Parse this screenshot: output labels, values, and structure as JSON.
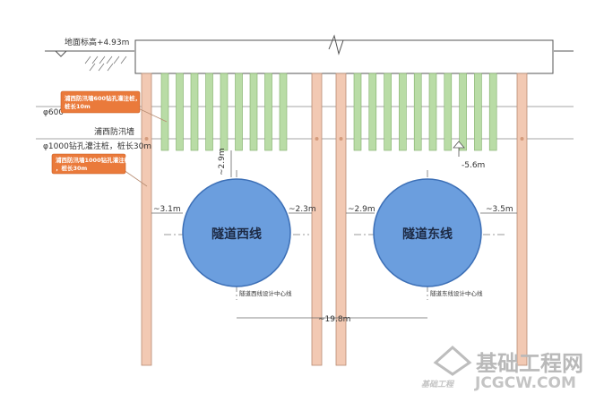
{
  "labels": {
    "ground_level": "地面标高+4.93m",
    "wall_name": "浦西防汛墙",
    "pile_1000_spec": "φ1000钻孔灌注桩，桩长30m",
    "pile_600_spec": "φ600",
    "depth_56": "-5.6m",
    "depth_29": "~2.9m",
    "dist_west_left": "~3.1m",
    "dist_west_right": "~2.3m",
    "dist_east_left": "~2.9m",
    "dist_east_right": "~3.5m",
    "dist_between": "~19.8m",
    "west_centerline": "隧道西线设计中心线",
    "east_centerline": "隧道东线设计中心线"
  },
  "callouts": {
    "pile600": "浦西防汛墙600钻孔灌注桩，桩长10m",
    "pile1000": "浦西防汛墙1000钻孔灌注桩，桩长30m"
  },
  "tunnels": {
    "west": "隧道西线",
    "east": "隧道东线"
  },
  "watermark": {
    "cn": "基础工程网",
    "en": "JCGCW.COM",
    "small": "基础工程"
  },
  "colors": {
    "long_pile": "#f2c9b3",
    "short_pile": "#b9dca6",
    "tunnel": "#6b9ede",
    "callout": "#ea7a3b"
  }
}
